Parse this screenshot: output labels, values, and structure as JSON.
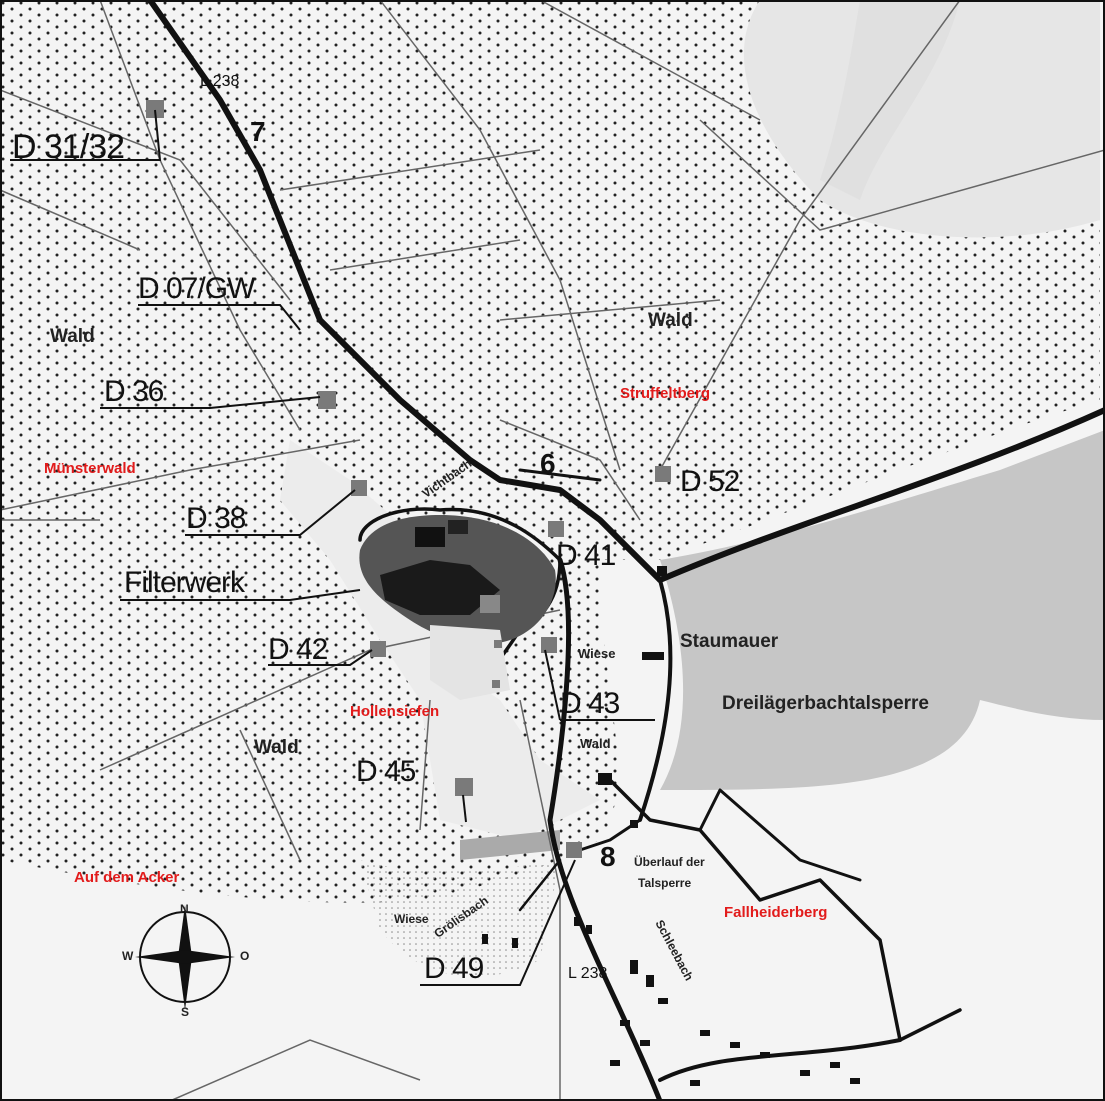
{
  "roads": {
    "l238_top": "L 238",
    "l238_bottom": "L 238"
  },
  "sites": {
    "d3132": "D 31/32",
    "d07gw": "D 07/GW",
    "d36": "D 36",
    "d38": "D 38",
    "d41": "D 41",
    "d42": "D 42",
    "d43": "D 43",
    "d45": "D 45",
    "d49": "D 49",
    "d52": "D 52"
  },
  "numbers": {
    "n6": "6",
    "n7": "7",
    "n8": "8"
  },
  "features": {
    "filterwerk": "Filterwerk",
    "staumauer": "Staumauer",
    "reservoir": "Dreilägerbachtalsperre",
    "wald_west": "Wald",
    "wald_north": "Wald",
    "wald_mid": "Wald",
    "wald_small": "Wald",
    "wiese_1": "Wiese",
    "wiese_2": "Wiese",
    "ueberlauf_line1": "Überlauf der",
    "ueberlauf_line2": "Talsperre",
    "vichtbach": "Vichtbach",
    "schleebach": "Schleebach",
    "groelisbach": "Grölisbach"
  },
  "places": {
    "muensterwald": "Münsterwald",
    "struffeltberg": "Struffeltberg",
    "hollensiefen": "Hollensiefen",
    "auf_dem_acker": "Auf dem Acker",
    "fallheiderberg": "Fallheiderberg"
  },
  "compass": {
    "n": "N",
    "s": "S",
    "w": "W",
    "o": "O"
  },
  "colors": {
    "place_label": "#e21b1b",
    "water": "#c8c8c8",
    "forest_bg": "#f6f6f6",
    "meadow": "#dedede",
    "road": "#111111",
    "plant": "#1e1e1e"
  }
}
